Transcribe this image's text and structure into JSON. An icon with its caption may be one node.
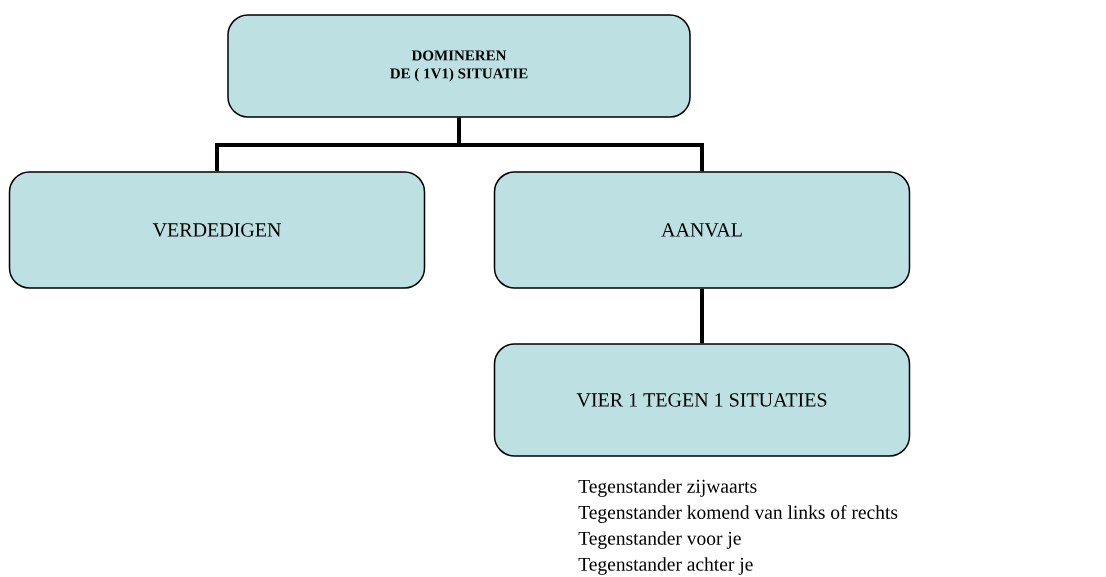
{
  "diagram": {
    "nodes": [
      {
        "text": [
          "DOMINEREN",
          "DE ( 1V1) SITUATIE"
        ]
      },
      {
        "text": [
          "VERDEDIGEN"
        ]
      },
      {
        "text": [
          "AANVAL"
        ]
      },
      {
        "text": [
          "VIER 1 TEGEN 1 SITUATIES"
        ]
      }
    ],
    "edges": [
      {
        "from": 0,
        "to": 1,
        "arrow": "none"
      },
      {
        "from": 0,
        "to": 2,
        "arrow": "none"
      },
      {
        "from": 2,
        "to": 3,
        "arrow": "none"
      }
    ],
    "labels": [
      "Tegenstander zijwaarts",
      "Tegenstander komend van links of rechts",
      "Tegenstander voor je",
      "Tegenstander achter je"
    ]
  }
}
